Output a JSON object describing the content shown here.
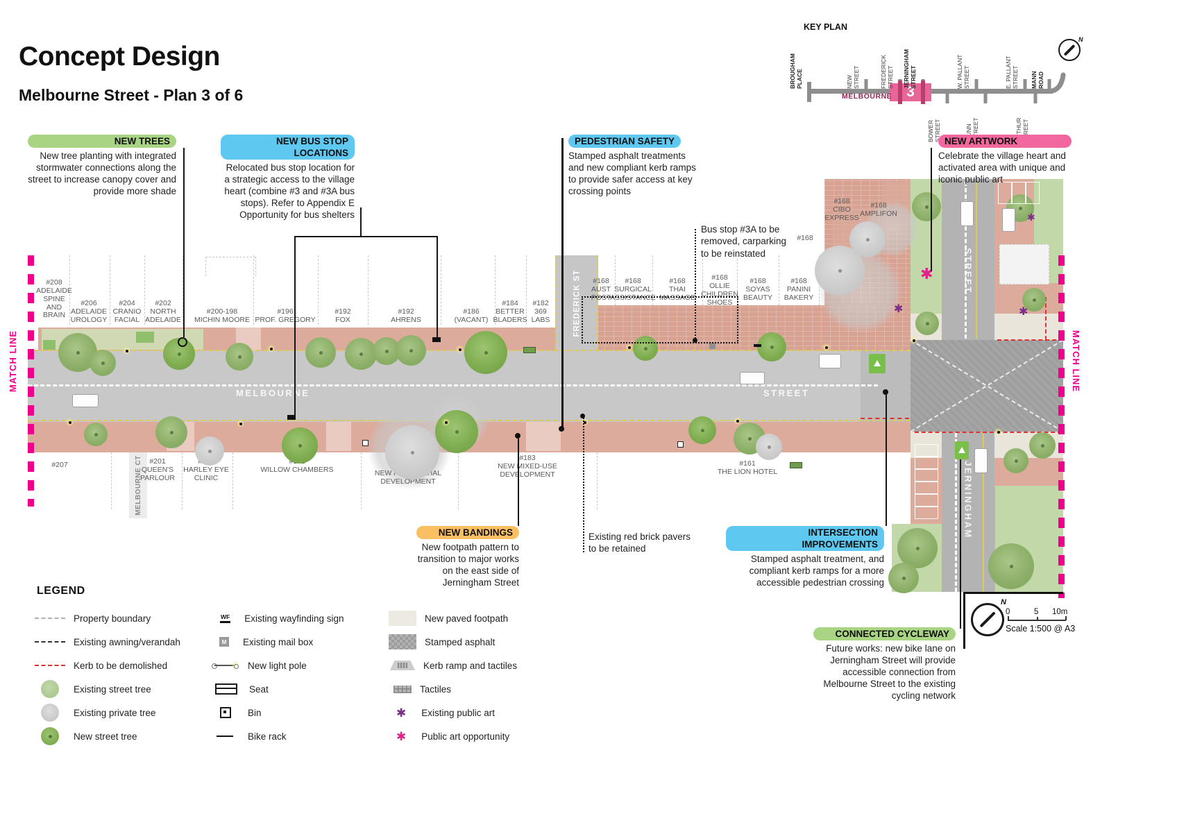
{
  "header": {
    "title": "Concept Design",
    "subtitle": "Melbourne Street - Plan 3 of 6"
  },
  "key_plan": {
    "title": "KEY PLAN",
    "highlight_number": "3",
    "road_name_left": "MELBOURNE",
    "road_name_right": "STREET",
    "north_letter": "N",
    "top_streets": [
      "BROUGHAM\nPLACE",
      "NEW\nSTREET",
      "FREDERICK\nSTREET",
      "JERNINGHAM\nSTREET",
      "W. PALLANT\nSTREET",
      "E. PALLANT\nSTREET",
      "MANN\nROAD"
    ],
    "bottom_streets": [
      "BOWER\nSTREET",
      "DUNN\nSTREET",
      "ARTHUR\nSTREET"
    ]
  },
  "callouts": {
    "new_trees": {
      "title": "NEW TREES",
      "body": "New tree planting with integrated stormwater connections along the street to increase canopy cover and provide more shade",
      "color": "#a9d483"
    },
    "new_bus_stop": {
      "title": "NEW BUS STOP LOCATIONS",
      "body": "Relocated bus stop location for a strategic access to the village heart (combine #3 and #3A bus stops). Refer to Appendix E Opportunity for bus shelters",
      "color": "#5fc8f0"
    },
    "pedestrian_safety": {
      "title": "PEDESTRIAN SAFETY",
      "body": "Stamped asphalt treatments and new compliant kerb ramps to provide safer access at key crossing points",
      "color": "#5fc8f0"
    },
    "new_artwork": {
      "title": "NEW ARTWORK",
      "body": "Celebrate the village heart and activated area with unique and iconic public art",
      "color": "#f2679e"
    },
    "bus_stop_note": "Bus stop #3A to be removed, carparking to be reinstated",
    "new_bandings": {
      "title": "NEW BANDINGS",
      "body": "New footpath pattern to transition to major works on the east side of Jerningham Street",
      "color": "#fbbf63"
    },
    "red_brick_note": "Existing red brick pavers to be retained",
    "intersection": {
      "title": "INTERSECTION IMPROVEMENTS",
      "body": "Stamped asphalt treatment, and compliant kerb ramps for a more accessible pedestrian crossing",
      "color": "#5fc8f0"
    },
    "cycleway": {
      "title": "CONNECTED CYCLEWAY",
      "body": "Future works: new bike lane on Jerningham Street will provide accessible connection from Melbourne Street to the existing cycling network",
      "color": "#a9d483"
    }
  },
  "plan": {
    "street_labels": {
      "melbourne": "MELBOURNE",
      "street": "STREET",
      "frederick": "FREDERICK ST",
      "melbourne_ct": "MELBOURNE CT",
      "jerningham": "JERNINGHAM",
      "jerningham_upper": "STREET",
      "match_line_left": "MATCH LINE",
      "match_line_right": "MATCH LINE"
    },
    "north_buildings": [
      {
        "label": "#208\nADELAIDE\nSPINE\nAND\nBRAIN"
      },
      {
        "label": "#206\nADELAIDE\nUROLOGY"
      },
      {
        "label": "#204\nCRANIO\nFACIAL"
      },
      {
        "label": "#202\nNORTH\nADELAIDE"
      },
      {
        "label": "#200-198\nMICHIN MOORE"
      },
      {
        "label": "#196\nPROF. GREGORY"
      },
      {
        "label": "#192\nFOX"
      },
      {
        "label": "#192\nAHRENS"
      },
      {
        "label": "#186\n(VACANT)"
      },
      {
        "label": "#184\nBETTER\nBLADERS"
      },
      {
        "label": "#182\n369\nLABS"
      }
    ],
    "east_buildings": [
      {
        "label": "#168\nAUST\nPOST"
      },
      {
        "label": "#168\nSURGICAL\nASSISTANCE"
      },
      {
        "label": "#168\nTHAI\nMASSAGE"
      },
      {
        "label": "#168\nOLLIE\nCHILDREN\nSHOES"
      },
      {
        "label": "#168\nSOYAS\nBEAUTY"
      },
      {
        "label": "#168\nPANINI\nBAKERY"
      }
    ],
    "upper_buildings": [
      {
        "label": "#168\nCIBO\nEXPRESS"
      },
      {
        "label": "#168\nAMPLIFON"
      },
      {
        "label": "#168"
      }
    ],
    "south_buildings": [
      {
        "label": "#207"
      },
      {
        "label": "#201\nQUEEN'S\nPARLOUR"
      },
      {
        "label": "#195\nHARLEY EYE\nCLINIC"
      },
      {
        "label": "#191\nWILLOW CHAMBERS"
      },
      {
        "label": "#185\nNEW RESIDENTIAL\nDEVELOPMENT"
      },
      {
        "label": "#183\nNEW MIXED-USE\nDEVELOPMENT"
      },
      {
        "label": "#161\nTHE LION HOTEL"
      }
    ]
  },
  "legend": {
    "title": "LEGEND",
    "col1": [
      "Property boundary",
      "Existing awning/verandah",
      "Kerb to be demolished",
      "Existing street tree",
      "Existing private tree",
      "New street tree"
    ],
    "col2": [
      "Existing wayfinding sign",
      "Existing mail box",
      "New light pole",
      "Seat",
      "Bin",
      "Bike rack"
    ],
    "col3": [
      "New paved footpath",
      "Stamped asphalt",
      "Kerb ramp and tactiles",
      "Tactiles",
      "Existing public art",
      "Public art opportunity"
    ],
    "wf_text": "WF",
    "mailbox_text": "M"
  },
  "icons": {
    "asterisk": "✱"
  },
  "scale": {
    "tick0": "0",
    "tick5": "5",
    "tick10": "10m",
    "text": "Scale 1:500 @ A3",
    "north_letter": "N"
  },
  "colors": {
    "match_line": "#ec008c",
    "green_pill": "#a9d483",
    "blue_pill": "#5fc8f0",
    "pink_pill": "#f2679e",
    "orange_pill": "#fbbf63",
    "footpath_brick": "#d8a292",
    "road_gray": "#c8c8c8"
  }
}
